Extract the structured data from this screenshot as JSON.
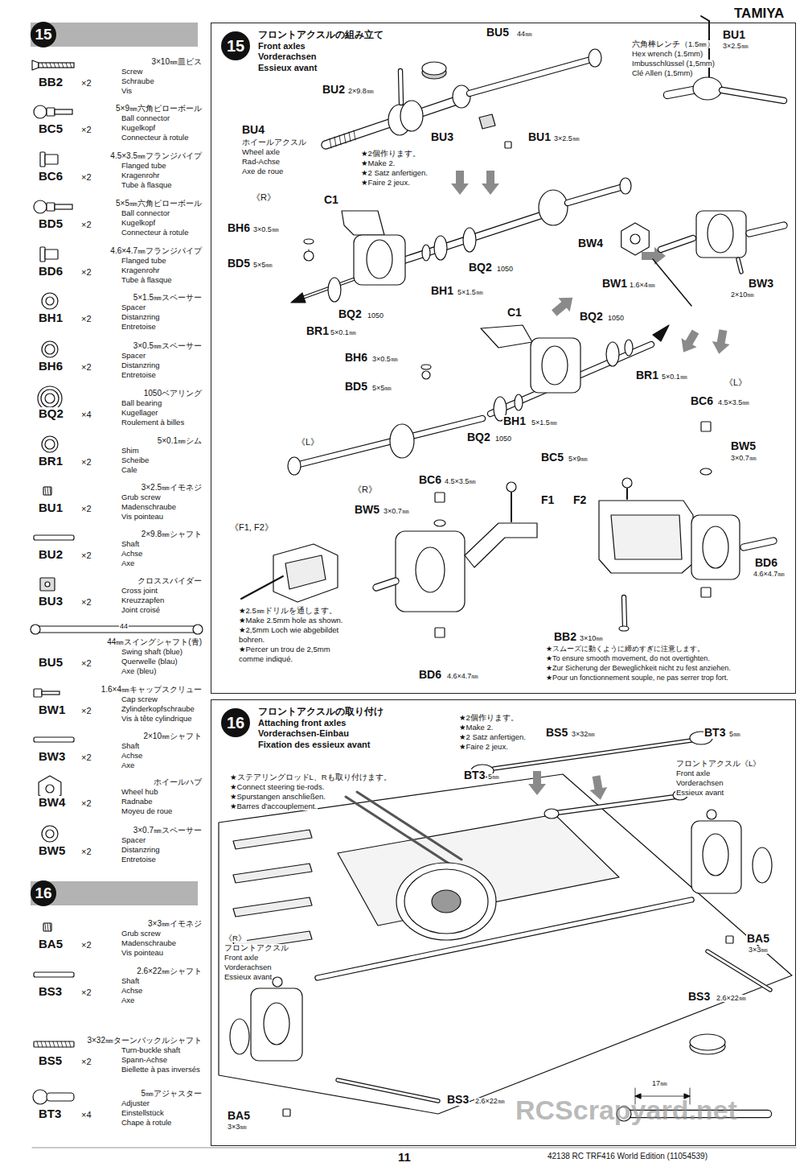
{
  "diagram": {
    "nodes": [
      {
        "text": [
          "15"
        ]
      },
      {
        "text": [
          "16"
        ]
      },
      {
        "text": [
          "フロントアクスルの組み立て",
          "Front axles",
          "Vorderachsen",
          "Essieux avant"
        ]
      },
      {
        "text": [
          "15"
        ],
        "in": 2
      },
      {
        "text": [
          "フロントアクスルの取り付け",
          "Attaching front axles",
          "Vorderachsen-Einbau",
          "Fixation des essieux avant"
        ]
      },
      {
        "text": [
          "16"
        ],
        "in": 4
      }
    ],
    "labels": [
      "TAMIYA",
      "BB2",
      "×2",
      "3×10㎜皿ビス",
      "Screw",
      "Schraube",
      "Vis",
      "BC5",
      "×2",
      "5×9㎜六角ピローボール",
      "Ball connector",
      "Kugelkopf",
      "Connecteur à rotule",
      "BC6",
      "×2",
      "4.5×3.5㎜フランジパイプ",
      "Flanged tube",
      "Kragenrohr",
      "Tube à flasque",
      "BD5",
      "×2",
      "5×5㎜六角ピローボール",
      "Ball connector",
      "Kugelkopf",
      "Connecteur à rotule",
      "BD6",
      "×2",
      "4.6×4.7㎜フランジパイプ",
      "Flanged tube",
      "Kragenrohr",
      "Tube à flasque",
      "BH1",
      "×2",
      "5×1.5㎜スペーサー",
      "Spacer",
      "Distanzring",
      "Entretoise",
      "BH6",
      "×2",
      "3×0.5㎜スペーサー",
      "Spacer",
      "Distanzring",
      "Entretoise",
      "BQ2",
      "×4",
      "1050ベアリング",
      "Ball bearing",
      "Kugellager",
      "Roulement à billes",
      "BR1",
      "×2",
      "5×0.1㎜シム",
      "Shim",
      "Scheibe",
      "Cale",
      "BU1",
      "×2",
      "3×2.5㎜イモネジ",
      "Grub screw",
      "Madenschraube",
      "Vis pointeau",
      "BU2",
      "×2",
      "2×9.8㎜シャフト",
      "Shaft",
      "Achse",
      "Axe",
      "BU3",
      "×2",
      "クロススパイダー",
      "Cross joint",
      "Kreuzzapfen",
      "Joint croisé",
      "BU5",
      "×2",
      "44㎜スイングシャフト(青)",
      "Swing shaft (blue)",
      "Querwelle (blau)",
      "Axe (bleu)",
      "44",
      "BW1",
      "×2",
      "1.6×4㎜キャップスクリュー",
      "Cap screw",
      "Zylinderkopfschraube",
      "Vis à tête cylindrique",
      "BW3",
      "×2",
      "2×10㎜シャフト",
      "Shaft",
      "Achse",
      "Axe",
      "BW4",
      "×2",
      "ホイールハブ",
      "Wheel hub",
      "Radnabe",
      "Moyeu de roue",
      "BW5",
      "×2",
      "3×0.7㎜スペーサー",
      "Spacer",
      "Distanzring",
      "Entretoise",
      "BA5",
      "×2",
      "3×3㎜イモネジ",
      "Grub screw",
      "Madenschraube",
      "Vis pointeau",
      "BS3",
      "×2",
      "2.6×22㎜シャフト",
      "Shaft",
      "Achse",
      "Axe",
      "BS5",
      "×2",
      "3×32㎜ターンバックルシャフト",
      "Turn-buckle shaft",
      "Spann-Achse",
      "Biellette à pas inversés",
      "BT3",
      "×4",
      "5㎜アジャスター",
      "Adjuster",
      "Einstellstück",
      "Chape à rotule",
      "六角棒レンチ（1.5㎜）",
      "Hex wrench (1.5mm)",
      "Imbusschlüssel (1,5mm)",
      "Clé Allen (1,5mm)",
      "BU1",
      "3×2.5㎜",
      "BU5",
      "44㎜",
      "BU2",
      "2×9.8㎜",
      "BU4",
      "ホイールアクスル",
      "Wheel axle",
      "Rad-Achse",
      "Axe de roue",
      "BU3",
      "BU1",
      "3×2.5㎜",
      "★2個作ります。",
      "★Make 2.",
      "★2 Satz anfertigen.",
      "★Faire 2 jeux.",
      "《R》",
      "C1",
      "BH6",
      "3×0.5㎜",
      "BD5",
      "5×5㎜",
      "BQ2",
      "1050",
      "BR1",
      "5×0.1㎜",
      "BH1",
      "5×1.5㎜",
      "BQ2",
      "1050",
      "BW4",
      "BW1",
      "1.6×4㎜",
      "BW3",
      "2×10㎜",
      "C1",
      "BQ2",
      "1050",
      "BH6",
      "3×0.5㎜",
      "BR1",
      "5×0.1㎜",
      "BD5",
      "5×5㎜",
      "《L》",
      "《L》",
      "BH1",
      "5×1.5㎜",
      "BQ2",
      "1050",
      "BC6",
      "4.5×3.5㎜",
      "BW5",
      "3×0.7㎜",
      "BC5",
      "5×9㎜",
      "BC6",
      "4.5×3.5㎜",
      "《R》",
      "F1",
      "F2",
      "BW5",
      "3×0.7㎜",
      "《F1, F2》",
      "BD6",
      "4.6×4.7㎜",
      "BB2",
      "3×10㎜",
      "★2.5㎜ドリルを通します。",
      "★Make 2.5mm hole as shown.",
      "★2,5mm Loch wie abgebildet",
      "bohren.",
      "★Percer un trou de 2,5mm",
      "comme indiqué.",
      "★スムーズに動くように締めすぎに注意します。",
      "★To ensure smooth movement, do not overtighten.",
      "★Zur Sicherung der Beweglichkeit nicht zu fest anziehen.",
      "★Pour un fonctionnement souple, ne pas serrer trop fort.",
      "BD6",
      "4.6×4.7㎜",
      "★2個作ります。",
      "★Make 2.",
      "★2 Satz anfertigen.",
      "★Faire 2 jeux.",
      "BS5",
      "3×32㎜",
      "BT3",
      "5㎜",
      "★ステアリングロッドL、Rも取り付けます。",
      "★Connect steering tie-rods.",
      "★Spurstangen anschließen.",
      "★Barres d'accouplement.",
      "BT3",
      "5㎜",
      "フロントアクスル《L》",
      "Front axle",
      "Vorderachsen",
      "Essieux avant",
      "《R》",
      "フロントアクスル",
      "Front axle",
      "Vorderachsen",
      "Essieux avant",
      "BA5",
      "3×3㎜",
      "BS3",
      "2.6×22㎜",
      "BS3",
      "2.6×22㎜",
      "BA5",
      "3×3㎜",
      "17㎜",
      "11",
      "42138 RC TRF416 World Edition (11054539)",
      "RCScrapyard.net"
    ]
  }
}
